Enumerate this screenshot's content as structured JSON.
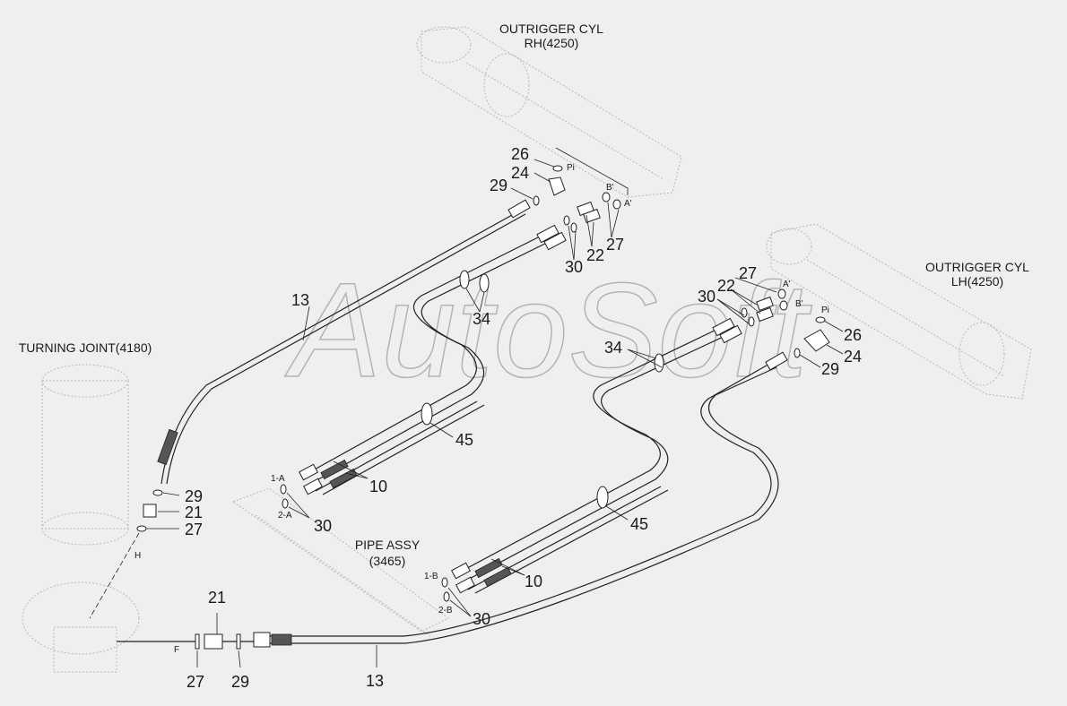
{
  "watermark": "AutoSoft",
  "titles": {
    "outrigger_rh_1": "OUTRIGGER CYL",
    "outrigger_rh_2": "RH(4250)",
    "outrigger_lh_1": "OUTRIGGER CYL",
    "outrigger_lh_2": "LH(4250)",
    "turning_joint": "TURNING JOINT(4180)",
    "pipe_assy_1": "PIPE ASSY",
    "pipe_assy_2": "(3465)"
  },
  "callouts": {
    "rh": {
      "c26": "26",
      "c24": "24",
      "c29": "29",
      "c30": "30",
      "c22": "22",
      "c27": "27",
      "c34": "34"
    },
    "lh": {
      "c27": "27",
      "c22": "22",
      "c30": "30",
      "c26": "26",
      "c24": "24",
      "c29": "29",
      "c34": "34"
    },
    "upper_13": "13",
    "upper_10": "10",
    "upper_45": "45",
    "upper_30": "30",
    "lower_10": "10",
    "lower_45": "45",
    "lower_30": "30",
    "tj_29": "29",
    "tj_21": "21",
    "tj_27": "27",
    "bottom_21": "21",
    "bottom_27": "27",
    "bottom_29": "29",
    "bottom_13": "13"
  },
  "ports": {
    "rh_pi": "Pi",
    "rh_b": "B'",
    "rh_a": "A'",
    "lh_a": "A'",
    "lh_b": "B'",
    "lh_pi": "Pi",
    "p1a": "1-A",
    "p2a": "2-A",
    "p1b": "1-B",
    "p2b": "2-B",
    "h": "H",
    "f": "F"
  }
}
